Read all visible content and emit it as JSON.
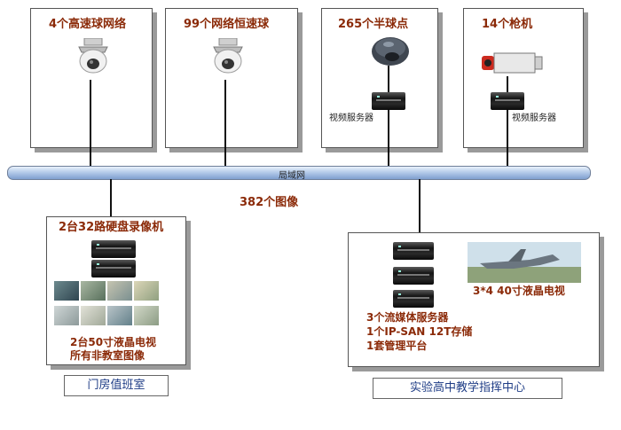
{
  "cameras": [
    {
      "title": "4个高速球网络"
    },
    {
      "title": "99个网络恒速球"
    },
    {
      "title": "265个半球点",
      "server_label": "视频服务器"
    },
    {
      "title": "14个枪机",
      "server_label": "视频服务器"
    }
  ],
  "lan": {
    "label": "局域网",
    "image_count": "382个图像"
  },
  "guard_room": {
    "nvr_label": "2台32路硬盘录像机",
    "tv_line1": "2台50寸液晶电视",
    "tv_line2": "所有非教室图像",
    "caption": "门房值班室"
  },
  "command_center": {
    "tv_label": "3*4  40寸液晶电视",
    "line1": "3个流媒体服务器",
    "line2": "1个IP-SAN 12T存储",
    "line3": "1套管理平台",
    "caption": "实验高中教学指挥中心"
  },
  "colors": {
    "title": "#8b2a08",
    "caption": "#1f3d86",
    "lan": "#aac3e5"
  }
}
